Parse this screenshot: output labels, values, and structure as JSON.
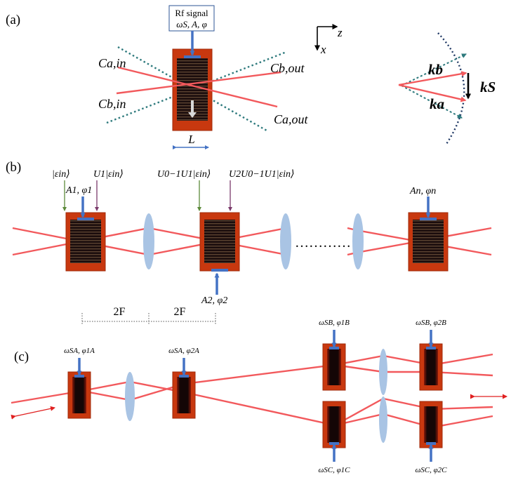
{
  "colors": {
    "beam": "#f2595c",
    "aod_body": "#c8380f",
    "aod_dark": "#1b0d0d",
    "rf_arrow": "#4472c4",
    "lens": "#a9c4e4",
    "dotted_beam": "#2e7a7d",
    "green_arrow": "#5c8a3a",
    "purple_arrow": "#7b3a6b",
    "double_arrow": "#e02020"
  },
  "panel_a": {
    "label": "(a)",
    "rf_box_line1": "Rf signal",
    "rf_box_line2": "ωS, A, φ",
    "c_a_in": "Ca,in",
    "c_b_in": "Cb,in",
    "c_b_out": "Cb,out",
    "c_a_out": "Ca,out",
    "length": "L",
    "axis_z": "z",
    "axis_x": "x",
    "k_b": "kb",
    "k_a": "ka",
    "k_s": "kS"
  },
  "panel_b": {
    "label": "(b)",
    "ket_in": "|εin⟩",
    "u1_ket": "U1|εin⟩",
    "amp1": "A1, φ1",
    "u0inv_u1": "U0−1U1|εin⟩",
    "u2_u0inv_u1": "U2U0−1U1|εin⟩",
    "ampn": "An, φn",
    "amp2": "A2, φ2",
    "dots": "…………",
    "two_f": [
      "2F",
      "2F"
    ]
  },
  "panel_c": {
    "label": "(c)",
    "a1": "ωSA, φ1A",
    "a2": "ωSA, φ2A",
    "b1": "ωSB, φ1B",
    "b2": "ωSB, φ2B",
    "c1": "ωSC, φ1C",
    "c2": "ωSC, φ2C"
  }
}
